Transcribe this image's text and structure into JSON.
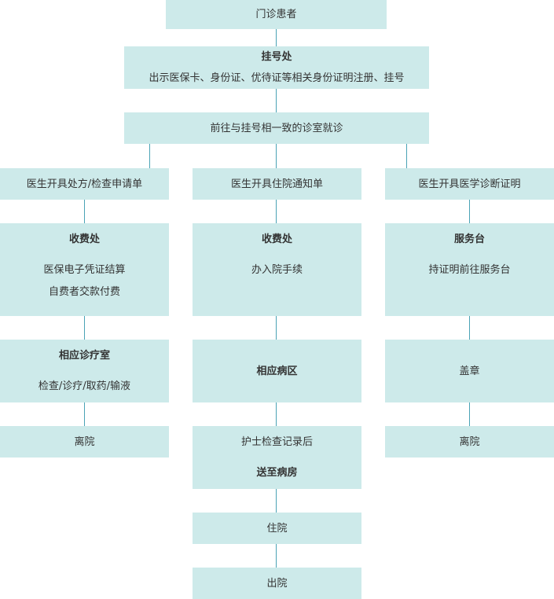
{
  "nodes": {
    "patient": "门诊患者",
    "registration": {
      "title": "挂号处",
      "desc": "出示医保卡、身份证、优待证等相关身份证明注册、挂号"
    },
    "visit": "前往与挂号相一致的诊室就诊",
    "col1": {
      "order": "医生开具处方/检查申请单",
      "cashier": {
        "title": "收费处",
        "line1": "医保电子凭证结算",
        "line2": "自费者交款付费"
      },
      "room": {
        "title": "相应诊疗室",
        "desc": "检查/诊疗/取药/输液"
      },
      "leave": "离院"
    },
    "col2": {
      "order": "医生开具住院通知单",
      "cashier": {
        "title": "收费处",
        "desc": "办入院手续"
      },
      "ward": "相应病区",
      "nurse": {
        "line1": "护士检查记录后",
        "line2": "送至病房"
      },
      "admit": "住院",
      "discharge": "出院"
    },
    "col3": {
      "order": "医生开具医学诊断证明",
      "service": {
        "title": "服务台",
        "desc": "持证明前往服务台"
      },
      "stamp": "盖章",
      "leave": "离院"
    }
  },
  "colors": {
    "box": "#cdeaea",
    "line": "#4aa3b5",
    "text": "#333333"
  }
}
